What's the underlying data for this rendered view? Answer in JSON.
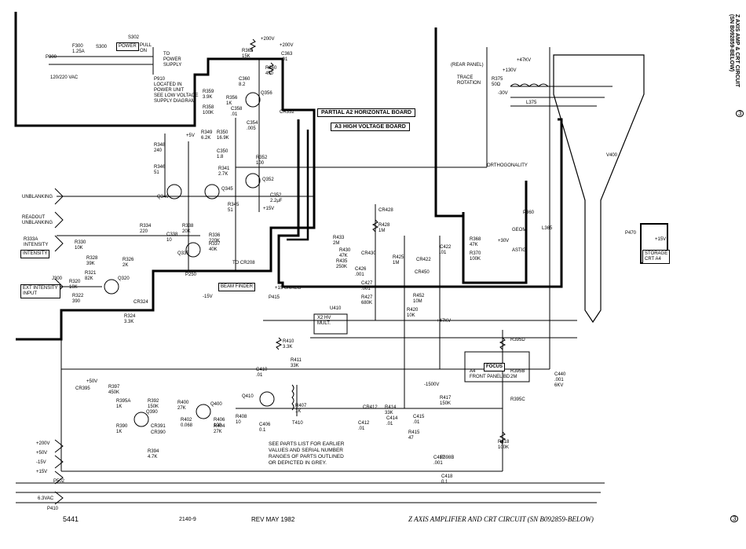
{
  "side_title": "Z AXIS AMP & CRT CIRCUIT\n(SN B092859-BELOW)",
  "side_number": "3",
  "boards": {
    "partial_a2": "PARTIAL A2 HORIZONTAL BOARD",
    "a3": "A3 HIGH VOLTAGE BOARD"
  },
  "power": {
    "p300": "P300",
    "mains": "120/220 VAC",
    "fuse": "F300\n1.25A",
    "s300": "S300",
    "s302": "S302",
    "power_box": "POWER",
    "pull_on": "PULL\nON",
    "to_supply": "TO\nPOWER\nSUPPLY",
    "p910": "P910\nLOCATED IN\nPOWER UNIT\nSEE LOW VOLTAGE\nSUPPLY DIAGRAM"
  },
  "inputs": {
    "unblanking": "UNBLANKING",
    "readout": "READOUT\nUNBLANKING",
    "r333": "R333A\nINTENSITY",
    "intensity_box": "INTENSITY",
    "ext_box": "EXT INTENSITY\nINPUT",
    "j300": "J300",
    "beam_finder": "BEAM FINDER",
    "to_cr208": "TO CR208",
    "p250": "P250",
    "storage_box": "STORAGE\nCRT A4",
    "focus_box": "FOCUS",
    "a4": "A4\nFRONT PANEL BD",
    "r395": "R395B\n2M"
  },
  "components": [
    {
      "id": "q356",
      "text": "Q356"
    },
    {
      "id": "q352",
      "text": "Q352"
    },
    {
      "id": "q345",
      "text": "Q345"
    },
    {
      "id": "q340",
      "text": "Q340"
    },
    {
      "id": "q335",
      "text": "Q335"
    },
    {
      "id": "q320",
      "text": "Q320"
    },
    {
      "id": "q390",
      "text": "Q390"
    },
    {
      "id": "q400",
      "text": "Q400"
    },
    {
      "id": "q410",
      "text": "Q410"
    },
    {
      "id": "v400",
      "text": "V400"
    },
    {
      "id": "u410",
      "text": "U410"
    },
    {
      "id": "x2",
      "text": "X2 HV\nMULT."
    },
    {
      "id": "t410",
      "text": "T410"
    },
    {
      "id": "plus200",
      "text": "+200V"
    },
    {
      "id": "r362",
      "text": "R362\n15K"
    },
    {
      "id": "r360",
      "text": "R360\n470"
    },
    {
      "id": "c363",
      "text": "C363\n.01"
    },
    {
      "id": "r359",
      "text": "R359\n3.9K"
    },
    {
      "id": "r358",
      "text": "R358\n100K"
    },
    {
      "id": "c360",
      "text": "C360\n8.2"
    },
    {
      "id": "r356",
      "text": "R356\n1K"
    },
    {
      "id": "c358",
      "text": "C358\n.01"
    },
    {
      "id": "c354",
      "text": "C354\n.005"
    },
    {
      "id": "cr352",
      "text": "CR352"
    },
    {
      "id": "r348",
      "text": "R348\n240"
    },
    {
      "id": "r349",
      "text": "R349\n6.2K"
    },
    {
      "id": "r350",
      "text": "R350\n16.9K"
    },
    {
      "id": "c350",
      "text": "C350\n1.8"
    },
    {
      "id": "r346",
      "text": "R346\n51"
    },
    {
      "id": "r341",
      "text": "R341\n2.7K"
    },
    {
      "id": "r352",
      "text": "R352\n100"
    },
    {
      "id": "c352",
      "text": "C352\n2.2μF"
    },
    {
      "id": "r345",
      "text": "R345\n51"
    },
    {
      "id": "r334",
      "text": "R334\n220"
    },
    {
      "id": "c338",
      "text": "C338\n10"
    },
    {
      "id": "r338",
      "text": "R338\n20K"
    },
    {
      "id": "r336",
      "text": "R336\n220K"
    },
    {
      "id": "r337",
      "text": "R337\n40K"
    },
    {
      "id": "r330",
      "text": "R330\n10K"
    },
    {
      "id": "r328",
      "text": "R328\n39K"
    },
    {
      "id": "r326",
      "text": "R326\n2K"
    },
    {
      "id": "r321",
      "text": "R321\n82K"
    },
    {
      "id": "r320",
      "text": "R320\n10K"
    },
    {
      "id": "r322",
      "text": "R322\n390"
    },
    {
      "id": "cr324",
      "text": "CR324"
    },
    {
      "id": "r324",
      "text": "R324\n3.3K"
    },
    {
      "id": "p415",
      "text": "P415"
    },
    {
      "id": "plus15ungrg",
      "text": "+15 UNREG"
    },
    {
      "id": "cr428",
      "text": "CR428"
    },
    {
      "id": "r428",
      "text": "R428\n1M"
    },
    {
      "id": "r433",
      "text": "R433\n2M"
    },
    {
      "id": "r430",
      "text": "R430\n47K"
    },
    {
      "id": "r435",
      "text": "R435\n250K"
    },
    {
      "id": "cr430",
      "text": "CR430"
    },
    {
      "id": "r425",
      "text": "R425\n1M"
    },
    {
      "id": "cr422",
      "text": "CR422"
    },
    {
      "id": "cr450",
      "text": "CR450"
    },
    {
      "id": "c422",
      "text": "C422\n.01"
    },
    {
      "id": "c426",
      "text": "C426\n.001"
    },
    {
      "id": "c427",
      "text": "C427\n.001"
    },
    {
      "id": "r427",
      "text": "R427\n680K"
    },
    {
      "id": "r452",
      "text": "R452\n10M"
    },
    {
      "id": "r420",
      "text": "R420\n10K"
    },
    {
      "id": "r410",
      "text": "R410\n3.3K"
    },
    {
      "id": "r411",
      "text": "R411\n33K"
    },
    {
      "id": "c410",
      "text": "C410\n.01"
    },
    {
      "id": "kv47",
      "text": "+47KV"
    },
    {
      "id": "r397",
      "text": "R397\n450K"
    },
    {
      "id": "cr395",
      "text": "CR395"
    },
    {
      "id": "r395a",
      "text": "R395A\n1K"
    },
    {
      "id": "r392",
      "text": "R392\n150K"
    },
    {
      "id": "r390",
      "text": "R390\n1K"
    },
    {
      "id": "cr390",
      "text": "CR390"
    },
    {
      "id": "cr391",
      "text": "CR391"
    },
    {
      "id": "r394",
      "text": "R394\n4.7K"
    },
    {
      "id": "r400",
      "text": "R400\n27K"
    },
    {
      "id": "r404",
      "text": "R404\n27K"
    },
    {
      "id": "r402",
      "text": "R402\n0.068"
    },
    {
      "id": "r406",
      "text": "R406\n100"
    },
    {
      "id": "r408",
      "text": "R408\n10"
    },
    {
      "id": "c406",
      "text": "C406\n0.1"
    },
    {
      "id": "r407",
      "text": "R407\n1K"
    },
    {
      "id": "cr412",
      "text": "CR412"
    },
    {
      "id": "r414",
      "text": "R414\n33K"
    },
    {
      "id": "c412",
      "text": "C412\n.01"
    },
    {
      "id": "c414",
      "text": "C414\n.01"
    },
    {
      "id": "c415",
      "text": "C415\n.01"
    },
    {
      "id": "r415",
      "text": "R415\n47"
    },
    {
      "id": "r417",
      "text": "R417\n150K"
    },
    {
      "id": "c417",
      "text": "C417\n.001"
    },
    {
      "id": "c418",
      "text": "C418\n0.1"
    },
    {
      "id": "r418",
      "text": "R418\n100K"
    },
    {
      "id": "r398",
      "text": "R398B"
    },
    {
      "id": "r395c",
      "text": "R395C"
    },
    {
      "id": "r395d",
      "text": "R395D"
    },
    {
      "id": "c440",
      "text": "C440\n.001\n6KV"
    },
    {
      "id": "trace",
      "text": "TRACE\nROTATION"
    },
    {
      "id": "rearpanel",
      "text": "(REAR PANEL)"
    },
    {
      "id": "r375",
      "text": "R375\n50Ω"
    },
    {
      "id": "l375",
      "text": "L375"
    },
    {
      "id": "orth",
      "text": "ORTHOGONALITY"
    },
    {
      "id": "r368",
      "text": "R368\n47K"
    },
    {
      "id": "r370",
      "text": "R370\n100K"
    },
    {
      "id": "geom",
      "text": "GEOM"
    },
    {
      "id": "astig",
      "text": "ASTIG"
    },
    {
      "id": "p360",
      "text": "P360"
    },
    {
      "id": "l365",
      "text": "L365"
    },
    {
      "id": "p470",
      "text": "P470"
    },
    {
      "id": "p502",
      "text": "P502"
    },
    {
      "id": "p410",
      "text": "P410"
    },
    {
      "id": "vac63",
      "text": "6.3VAC"
    },
    {
      "id": "v+200",
      "text": "+200V"
    },
    {
      "id": "v+50",
      "text": "+50V"
    },
    {
      "id": "v-15",
      "text": "-15V"
    },
    {
      "id": "v+15",
      "text": "+15V"
    },
    {
      "id": "plus15right",
      "text": "+15V"
    }
  ],
  "rails": {
    "plus5": "+5V",
    "plus15": "+15V",
    "minus15": "-15V",
    "plus130": "+130V",
    "minus30": "-30V",
    "plus200": "+200V",
    "plus50": "+50V",
    "minus1500": "-1500V",
    "plus30": "+30V",
    "plus47kv": "+47KV"
  },
  "note": "SEE PARTS LIST FOR EARLIER\nVALUES AND SERIAL NUMBER\nRANGES OF PARTS OUTLINED\nOR DEPICTED IN GREY.",
  "footer": {
    "code": "5441",
    "drawing": "2140-9",
    "rev": "REV MAY 1982",
    "title": "Z AXIS AMPLIFIER AND CRT CIRCUIT (SN B092859-BELOW)",
    "number": "3"
  }
}
